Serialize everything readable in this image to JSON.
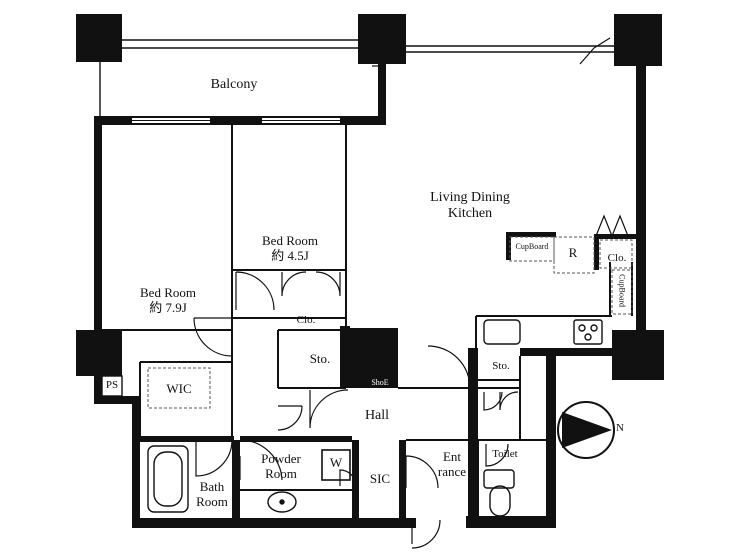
{
  "rooms": {
    "balcony": "Balcony",
    "ldk_line1": "Living Dining",
    "ldk_line2": "Kitchen",
    "bed_small_name": "Bed Room",
    "bed_small_size": "約 4.5J",
    "bed_large_name": "Bed Room",
    "bed_large_size": "約 7.9J",
    "wic": "WIC",
    "ps": "PS",
    "closet_bed": "Clo.",
    "closet_kitchen": "Clo.",
    "storage_hall": "Sto.",
    "storage_entrance": "Sto.",
    "shoe": "ShoE",
    "hall": "Hall",
    "powder_room_line1": "Powder",
    "powder_room_line2": "Room",
    "washer": "W",
    "bath_room_line1": "Bath",
    "bath_room_line2": "Room",
    "sic": "SIC",
    "entrance_line1": "Ent",
    "entrance_line2": "rance",
    "toilet": "Toilet",
    "cupboard_a": "CupBoard",
    "cupboard_b": "CupBoard",
    "refrigerator": "R"
  },
  "compass": {
    "north": "N"
  }
}
